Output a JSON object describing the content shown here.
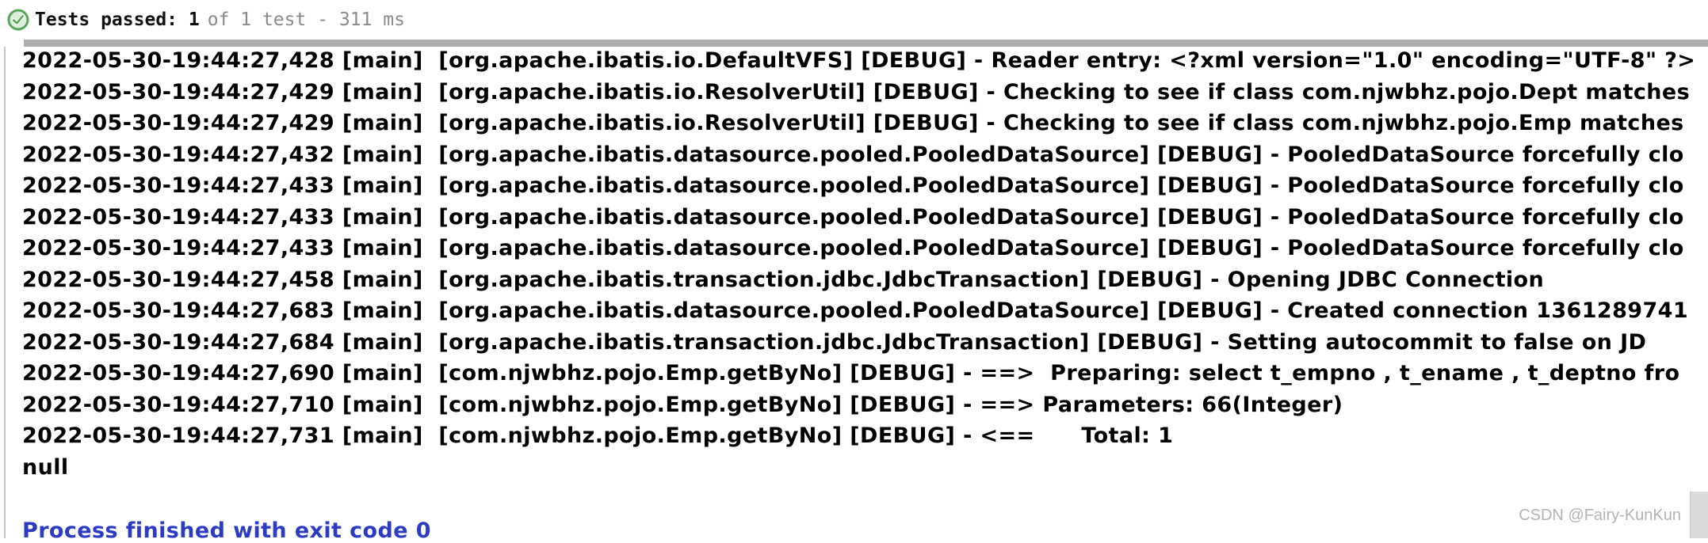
{
  "header": {
    "icon": "tests-passed-check-icon",
    "title_strong": "Tests passed: 1",
    "title_muted": "of 1 test - 311 ms"
  },
  "console": {
    "lines": [
      "2022-05-30-19:44:27,428 [main]  [org.apache.ibatis.io.DefaultVFS] [DEBUG] - Reader entry: <?xml version=\"1.0\" encoding=\"UTF-8\" ?>",
      "2022-05-30-19:44:27,429 [main]  [org.apache.ibatis.io.ResolverUtil] [DEBUG] - Checking to see if class com.njwbhz.pojo.Dept matches",
      "2022-05-30-19:44:27,429 [main]  [org.apache.ibatis.io.ResolverUtil] [DEBUG] - Checking to see if class com.njwbhz.pojo.Emp matches",
      "2022-05-30-19:44:27,432 [main]  [org.apache.ibatis.datasource.pooled.PooledDataSource] [DEBUG] - PooledDataSource forcefully clo",
      "2022-05-30-19:44:27,433 [main]  [org.apache.ibatis.datasource.pooled.PooledDataSource] [DEBUG] - PooledDataSource forcefully clo",
      "2022-05-30-19:44:27,433 [main]  [org.apache.ibatis.datasource.pooled.PooledDataSource] [DEBUG] - PooledDataSource forcefully clo",
      "2022-05-30-19:44:27,433 [main]  [org.apache.ibatis.datasource.pooled.PooledDataSource] [DEBUG] - PooledDataSource forcefully clo",
      "2022-05-30-19:44:27,458 [main]  [org.apache.ibatis.transaction.jdbc.JdbcTransaction] [DEBUG] - Opening JDBC Connection",
      "2022-05-30-19:44:27,683 [main]  [org.apache.ibatis.datasource.pooled.PooledDataSource] [DEBUG] - Created connection 1361289741",
      "2022-05-30-19:44:27,684 [main]  [org.apache.ibatis.transaction.jdbc.JdbcTransaction] [DEBUG] - Setting autocommit to false on JD",
      "2022-05-30-19:44:27,690 [main]  [com.njwbhz.pojo.Emp.getByNo] [DEBUG] - ==>  Preparing: select t_empno , t_ename , t_deptno fro",
      "2022-05-30-19:44:27,710 [main]  [com.njwbhz.pojo.Emp.getByNo] [DEBUG] - ==> Parameters: 66(Integer)",
      "2022-05-30-19:44:27,731 [main]  [com.njwbhz.pojo.Emp.getByNo] [DEBUG] - <==      Total: 1",
      "null"
    ],
    "process_finished": "Process finished with exit code 0"
  },
  "watermark": "CSDN @Fairy-KunKun",
  "colors": {
    "success_green": "#57a55b",
    "success_green_fill": "#dcefdc",
    "muted_text": "#8a8a8a",
    "process_blue": "#2b3bc4",
    "log_text": "#000000",
    "watermark_gray": "#b3b3b3"
  }
}
